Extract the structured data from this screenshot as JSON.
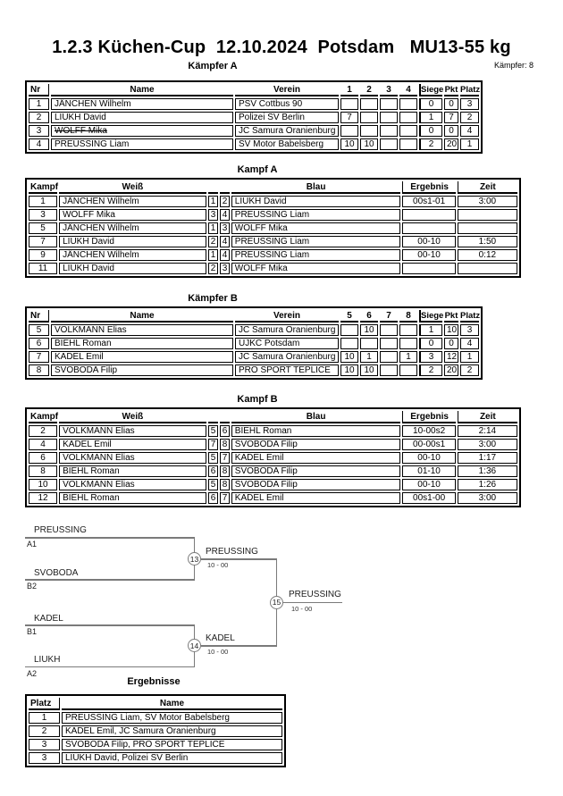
{
  "page": {
    "title": "1.2.3 Küchen-Cup  12.10.2024  Potsdam   MU13-55 kg",
    "fighters_count": "Kämpfer: 8"
  },
  "tables": {
    "kaempferA": {
      "title": "Kämpfer A",
      "columns": [
        {
          "key": "nr",
          "label": "Nr"
        },
        {
          "key": "name",
          "label": "Name"
        },
        {
          "key": "verein",
          "label": "Verein"
        },
        {
          "key": "c1",
          "label": "1"
        },
        {
          "key": "c2",
          "label": "2"
        },
        {
          "key": "c3",
          "label": "3"
        },
        {
          "key": "c4",
          "label": "4"
        },
        {
          "key": "siege",
          "label": "Siege"
        },
        {
          "key": "pkt",
          "label": "Pkt"
        },
        {
          "key": "platz",
          "label": "Platz"
        }
      ],
      "rows": [
        {
          "nr": "1",
          "name": "JÄNCHEN Wilhelm",
          "verein": "PSV Cottbus 90",
          "c1": "",
          "c2": "",
          "c3": "",
          "c4": "",
          "siege": "0",
          "pkt": "0",
          "platz": "3"
        },
        {
          "nr": "2",
          "name": "LIUKH David",
          "verein": "Polizei SV Berlin",
          "c1": "7",
          "c2": "",
          "c3": "",
          "c4": "",
          "siege": "1",
          "pkt": "7",
          "platz": "2"
        },
        {
          "nr": "3",
          "name": {
            "text": "WOLFF Mika",
            "struck": true
          },
          "verein": "JC Samura Oranienburg",
          "c1": "",
          "c2": "",
          "c3": "",
          "c4": "",
          "siege": "0",
          "pkt": "0",
          "platz": "4"
        },
        {
          "nr": "4",
          "name": "PREUSSING Liam",
          "verein": "SV Motor Babelsberg",
          "c1": "10",
          "c2": "10",
          "c3": "",
          "c4": "",
          "siege": "2",
          "pkt": "20",
          "platz": "1"
        }
      ]
    },
    "kampfA": {
      "title": "Kampf A",
      "columns": [
        {
          "key": "kampf",
          "label": "Kampf"
        },
        {
          "key": "weiss",
          "label": "Weiß"
        },
        {
          "key": "n1",
          "label": ""
        },
        {
          "key": "n2",
          "label": ""
        },
        {
          "key": "blau",
          "label": "Blau"
        },
        {
          "key": "ergebnis",
          "label": "Ergebnis"
        },
        {
          "key": "zeit",
          "label": "Zeit"
        }
      ],
      "rows": [
        {
          "kampf": "1",
          "weiss": "JÄNCHEN Wilhelm",
          "n1": "1",
          "n2": "2",
          "blau": "LIUKH David",
          "ergebnis": "00s1-01",
          "zeit": "3:00"
        },
        {
          "kampf": "3",
          "weiss": "WOLFF Mika",
          "n1": "3",
          "n2": "4",
          "blau": "PREUSSING Liam",
          "ergebnis": "",
          "zeit": ""
        },
        {
          "kampf": "5",
          "weiss": "JÄNCHEN Wilhelm",
          "n1": "1",
          "n2": "3",
          "blau": "WOLFF Mika",
          "ergebnis": "",
          "zeit": ""
        },
        {
          "kampf": "7",
          "weiss": "LIUKH David",
          "n1": "2",
          "n2": "4",
          "blau": "PREUSSING Liam",
          "ergebnis": "00-10",
          "zeit": "1:50"
        },
        {
          "kampf": "9",
          "weiss": "JÄNCHEN Wilhelm",
          "n1": "1",
          "n2": "4",
          "blau": "PREUSSING Liam",
          "ergebnis": "00-10",
          "zeit": "0:12"
        },
        {
          "kampf": "11",
          "weiss": "LIUKH David",
          "n1": "2",
          "n2": "3",
          "blau": "WOLFF Mika",
          "ergebnis": "",
          "zeit": ""
        }
      ]
    },
    "kaempferB": {
      "title": "Kämpfer B",
      "columns": [
        {
          "key": "nr",
          "label": "Nr"
        },
        {
          "key": "name",
          "label": "Name"
        },
        {
          "key": "verein",
          "label": "Verein"
        },
        {
          "key": "c1",
          "label": "5"
        },
        {
          "key": "c2",
          "label": "6"
        },
        {
          "key": "c3",
          "label": "7"
        },
        {
          "key": "c4",
          "label": "8"
        },
        {
          "key": "siege",
          "label": "Siege"
        },
        {
          "key": "pkt",
          "label": "Pkt"
        },
        {
          "key": "platz",
          "label": "Platz"
        }
      ],
      "rows": [
        {
          "nr": "5",
          "name": "VOLKMANN Elias",
          "verein": "JC Samura Oranienburg",
          "c1": "",
          "c2": "10",
          "c3": "",
          "c4": "",
          "siege": "1",
          "pkt": "10",
          "platz": "3"
        },
        {
          "nr": "6",
          "name": "BIEHL Roman",
          "verein": "UJKC Potsdam",
          "c1": "",
          "c2": "",
          "c3": "",
          "c4": "",
          "siege": "0",
          "pkt": "0",
          "platz": "4"
        },
        {
          "nr": "7",
          "name": "KADEL Emil",
          "verein": "JC Samura Oranienburg",
          "c1": "10",
          "c2": "1",
          "c3": "",
          "c4": "1",
          "siege": "3",
          "pkt": "12",
          "platz": "1"
        },
        {
          "nr": "8",
          "name": "SVOBODA Filip",
          "verein": "PRO SPORT TEPLICE",
          "c1": "10",
          "c2": "10",
          "c3": "",
          "c4": "",
          "siege": "2",
          "pkt": "20",
          "platz": "2"
        }
      ]
    },
    "kampfB": {
      "title": "Kampf B",
      "columns": [
        {
          "key": "kampf",
          "label": "Kampf"
        },
        {
          "key": "weiss",
          "label": "Weiß"
        },
        {
          "key": "n1",
          "label": ""
        },
        {
          "key": "n2",
          "label": ""
        },
        {
          "key": "blau",
          "label": "Blau"
        },
        {
          "key": "ergebnis",
          "label": "Ergebnis"
        },
        {
          "key": "zeit",
          "label": "Zeit"
        }
      ],
      "rows": [
        {
          "kampf": "2",
          "weiss": "VOLKMANN Elias",
          "n1": "5",
          "n2": "6",
          "blau": "BIEHL Roman",
          "ergebnis": "10-00s2",
          "zeit": "2:14"
        },
        {
          "kampf": "4",
          "weiss": "KADEL Emil",
          "n1": "7",
          "n2": "8",
          "blau": "SVOBODA Filip",
          "ergebnis": "00-00s1",
          "zeit": "3:00"
        },
        {
          "kampf": "6",
          "weiss": "VOLKMANN Elias",
          "n1": "5",
          "n2": "7",
          "blau": "KADEL Emil",
          "ergebnis": "00-10",
          "zeit": "1:17"
        },
        {
          "kampf": "8",
          "weiss": "BIEHL Roman",
          "n1": "6",
          "n2": "8",
          "blau": "SVOBODA Filip",
          "ergebnis": "01-10",
          "zeit": "1:36"
        },
        {
          "kampf": "10",
          "weiss": "VOLKMANN Elias",
          "n1": "5",
          "n2": "8",
          "blau": "SVOBODA Filip",
          "ergebnis": "00-10",
          "zeit": "1:26"
        },
        {
          "kampf": "12",
          "weiss": "BIEHL Roman",
          "n1": "6",
          "n2": "7",
          "blau": "KADEL Emil",
          "ergebnis": "00s1-00",
          "zeit": "3:00"
        }
      ]
    },
    "ergebnisse": {
      "title": "Ergebnisse",
      "columns": [
        {
          "key": "platz",
          "label": "Platz"
        },
        {
          "key": "name",
          "label": "Name"
        }
      ],
      "rows": [
        {
          "platz": "1",
          "name": "PREUSSING Liam, SV Motor Babelsberg"
        },
        {
          "platz": "2",
          "name": "KADEL Emil, JC Samura Oranienburg"
        },
        {
          "platz": "3",
          "name": "SVOBODA Filip, PRO SPORT TEPLICE"
        },
        {
          "platz": "3",
          "name": "LIUKH David, Polizei SV Berlin"
        }
      ]
    }
  },
  "bracket": {
    "slot1_name": "PREUSSING",
    "slot1_seed": "A1",
    "slot2_name": "SVOBODA",
    "slot2_seed": "B2",
    "slot3_name": "KADEL",
    "slot3_seed": "B1",
    "slot4_name": "LIUKH",
    "slot4_seed": "A2",
    "semi1_no": "13",
    "semi1_winner": "PREUSSING",
    "semi1_score": "10 - 00",
    "semi2_no": "14",
    "semi2_winner": "KADEL",
    "semi2_score": "10 - 00",
    "final_no": "15",
    "final_winner": "PREUSSING",
    "final_score": "10 - 00"
  }
}
